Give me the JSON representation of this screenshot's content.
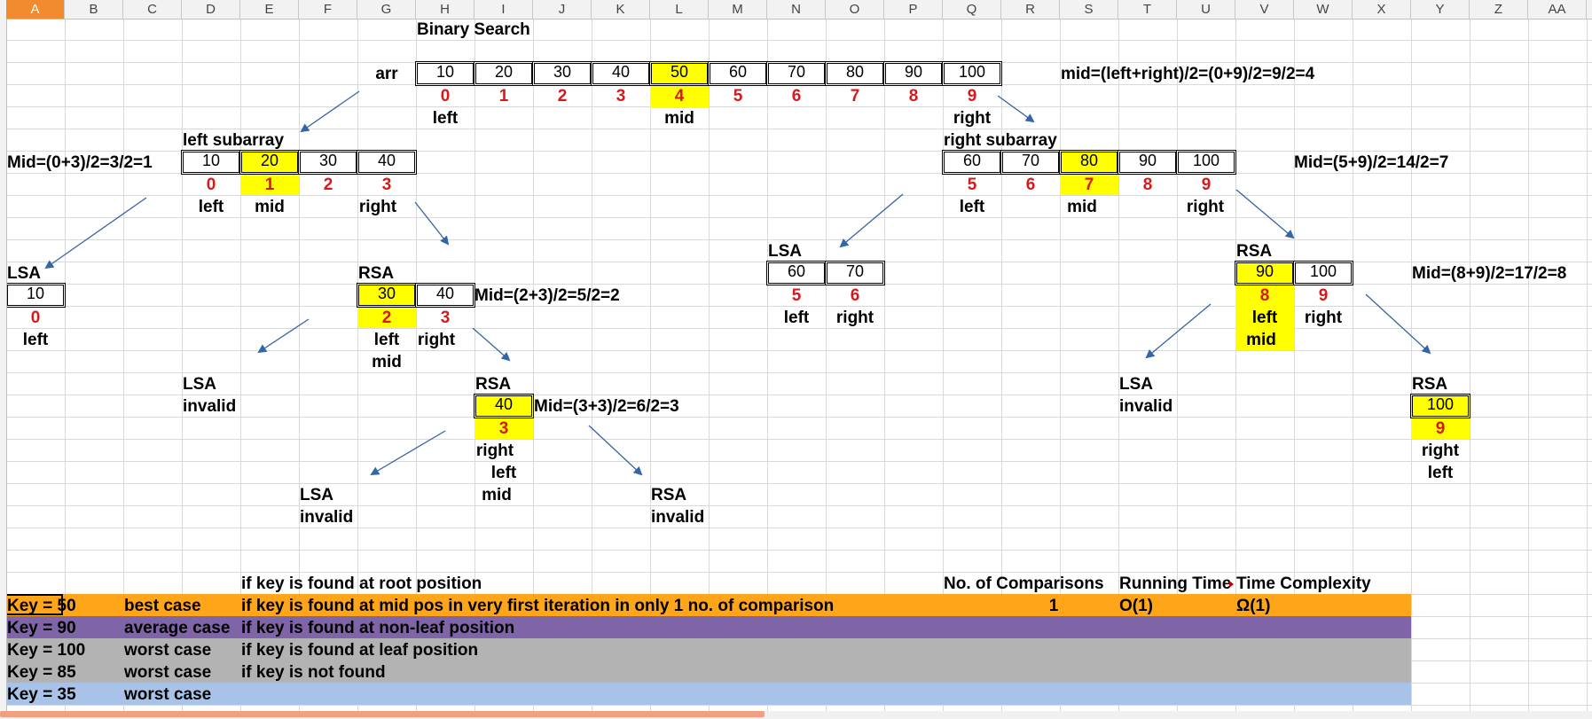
{
  "columns": [
    "A",
    "B",
    "C",
    "D",
    "E",
    "F",
    "G",
    "H",
    "I",
    "J",
    "K",
    "L",
    "M",
    "N",
    "O",
    "P",
    "Q",
    "R",
    "S",
    "T",
    "U",
    "V",
    "W",
    "X",
    "Y",
    "Z",
    "AA"
  ],
  "title": "Binary Search",
  "arr_label": "arr",
  "arr_values": [
    "10",
    "20",
    "30",
    "40",
    "50",
    "60",
    "70",
    "80",
    "90",
    "100"
  ],
  "arr_indices": [
    "0",
    "1",
    "2",
    "3",
    "4",
    "5",
    "6",
    "7",
    "8",
    "9"
  ],
  "labels": {
    "left": "left",
    "mid": "mid",
    "right": "right",
    "left_subarray": "left subarray",
    "right_subarray": "right subarray",
    "lsa": "LSA",
    "rsa": "RSA",
    "invalid": "invalid"
  },
  "formulas": {
    "root": "mid=(left+right)/2=(0+9)/2=9/2=4",
    "left": "Mid=(0+3)/2=3/2=1",
    "right": "Mid=(5+9)/2=14/2=7",
    "rsa_left": "Mid=(2+3)/2=5/2=2",
    "rsa_left2": "Mid=(3+3)/2=6/2=3",
    "rsa_right": "Mid=(8+9)/2=17/2=8"
  },
  "table": {
    "headers": {
      "desc": "if key is found at root position",
      "comparisons": "No. of Comparisons",
      "running": "Running Time",
      "complexity": "Time Complexity"
    },
    "rows": [
      {
        "key": "Key = 50",
        "case": "best case",
        "desc": "if key is found at mid pos in very first iteration in only 1 no. of comparison",
        "comparisons": "1",
        "running": "O(1)",
        "complexity": "Ω(1)",
        "color": "#ffa51a"
      },
      {
        "key": "Key = 90",
        "case": "average case",
        "desc": "if key is found at non-leaf position",
        "comparisons": "",
        "running": "",
        "complexity": "",
        "color": "#8064a8"
      },
      {
        "key": "Key = 100",
        "case": "worst case",
        "desc": "if key is found at leaf position",
        "comparisons": "",
        "running": "",
        "complexity": "",
        "color": "#b3b3b3"
      },
      {
        "key": "Key = 85",
        "case": "worst case",
        "desc": "if key is not found",
        "comparisons": "",
        "running": "",
        "complexity": "",
        "color": "#b3b3b3"
      },
      {
        "key": "Key = 35",
        "case": "worst case",
        "desc": "",
        "comparisons": "",
        "running": "",
        "complexity": "",
        "color": "#a9c3e8"
      }
    ]
  },
  "colors": {
    "highlight": "#ffff00",
    "index_red": "#d7191c",
    "arrow": "#3465a4",
    "selected_column": "#f28a30"
  }
}
